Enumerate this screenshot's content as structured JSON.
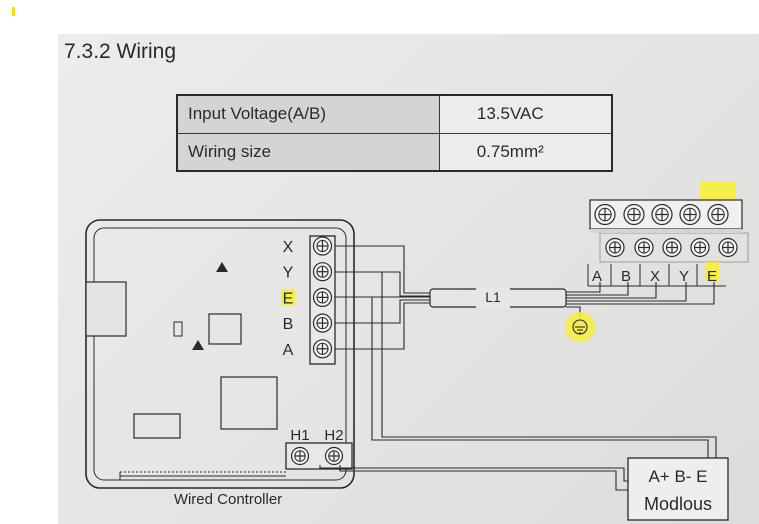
{
  "section": {
    "title": "7.3.2 Wiring"
  },
  "spec_table": {
    "rows": [
      {
        "label": "Input Voltage(A/B)",
        "value": "13.5VAC"
      },
      {
        "label": "Wiring size",
        "value": "0.75mm²"
      }
    ]
  },
  "controller": {
    "terminals": [
      "X",
      "Y",
      "E",
      "B",
      "A"
    ],
    "power_terminals": [
      "H1",
      "H2"
    ],
    "caption": "Wired Controller"
  },
  "cable": {
    "label": "L1"
  },
  "outdoor_block": {
    "terminals": [
      "A",
      "B",
      "X",
      "Y",
      "E"
    ]
  },
  "modbus_box": {
    "line1": "A+ B- E",
    "line2": "Modlous"
  },
  "highlight_color": "#f7ef3a"
}
